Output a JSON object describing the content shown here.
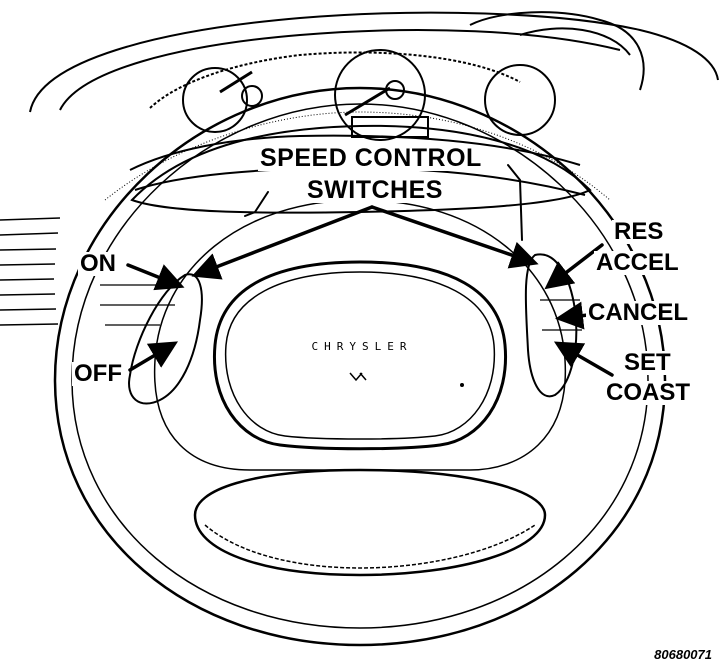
{
  "labels": {
    "title_line1": "SPEED CONTROL",
    "title_line2": "SWITCHES",
    "on": "ON",
    "off": "OFF",
    "res": "RES",
    "accel": "ACCEL",
    "cancel": "CANCEL",
    "set": "SET",
    "coast": "COAST"
  },
  "wheel": {
    "brand": "CHRYSLER"
  },
  "figure_ref": "80680071"
}
